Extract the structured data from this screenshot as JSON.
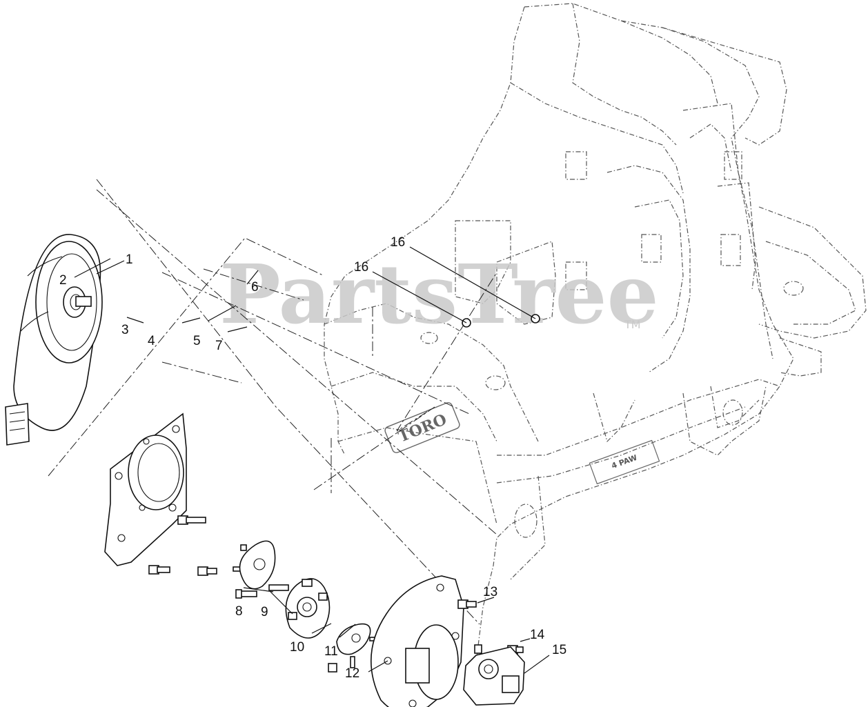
{
  "watermark": {
    "text": "PartsTree",
    "trademark": "TM"
  },
  "frame_decals": {
    "brand_logo": "TORO",
    "drive_decal": "4 PAW"
  },
  "callouts": [
    {
      "id": "c1",
      "label": "1"
    },
    {
      "id": "c2",
      "label": "2"
    },
    {
      "id": "c3",
      "label": "3"
    },
    {
      "id": "c4",
      "label": "4"
    },
    {
      "id": "c5",
      "label": "5"
    },
    {
      "id": "c6",
      "label": "6"
    },
    {
      "id": "c7",
      "label": "7"
    },
    {
      "id": "c8",
      "label": "8"
    },
    {
      "id": "c9",
      "label": "9"
    },
    {
      "id": "c10",
      "label": "10"
    },
    {
      "id": "c11",
      "label": "11"
    },
    {
      "id": "c12",
      "label": "12"
    },
    {
      "id": "c13",
      "label": "13"
    },
    {
      "id": "c14",
      "label": "14"
    },
    {
      "id": "c15",
      "label": "15"
    },
    {
      "id": "c16a",
      "label": "16"
    },
    {
      "id": "c16b",
      "label": "16"
    }
  ]
}
